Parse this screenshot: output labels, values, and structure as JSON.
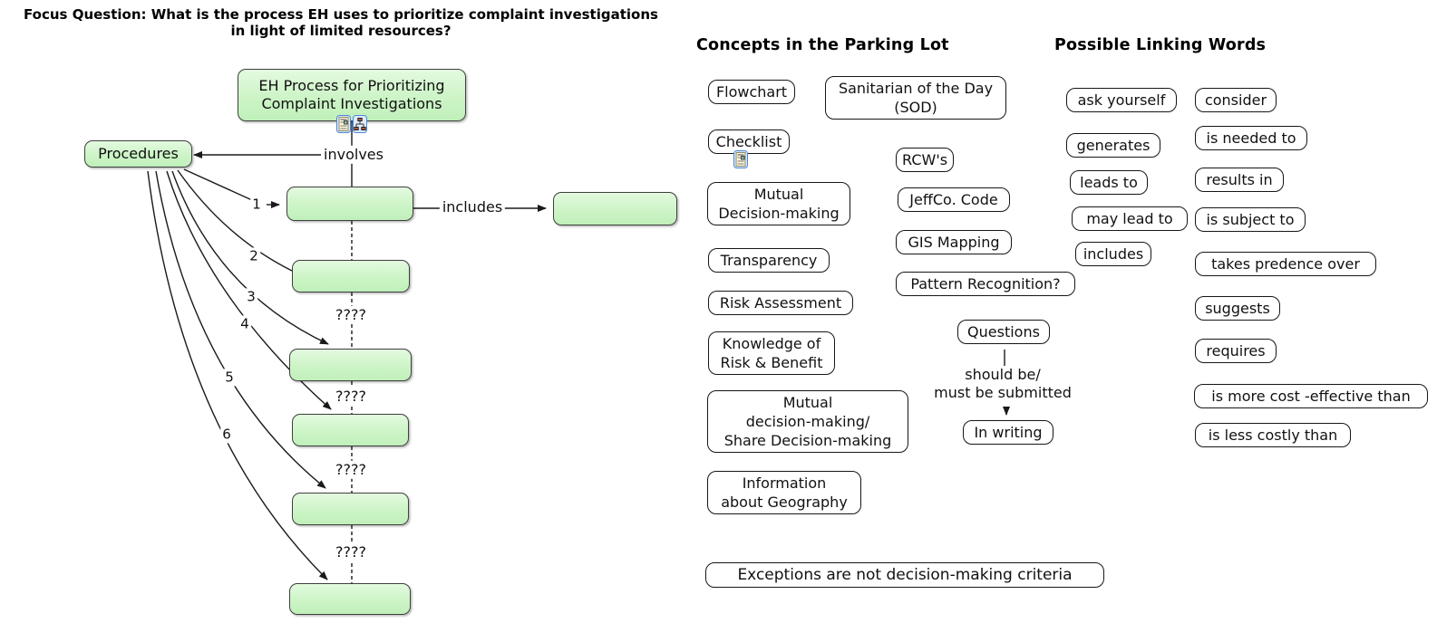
{
  "focus_question": {
    "line1": "Focus Question: What is the process EH uses to prioritize complaint investigations",
    "line2": "in light of limited resources?"
  },
  "concept_map": {
    "root_concept": "EH Process for Prioritizing\nComplaint Investigations",
    "procedures_concept": "Procedures",
    "involves_label": "involves",
    "includes_label": "includes",
    "unknown_label": "????",
    "step_numbers": [
      "1",
      "2",
      "3",
      "4",
      "5",
      "6"
    ],
    "icons": {
      "root_resource_icon": "document-resource",
      "root_submap_icon": "concept-map-resource",
      "checklist_resource_icon": "document-resource"
    }
  },
  "parking_lot": {
    "title": "Concepts in the Parking Lot",
    "concepts": {
      "flowchart": "Flowchart",
      "sod": "Sanitarian of the Day\n(SOD)",
      "checklist": "Checklist",
      "rcws": "RCW's",
      "mutual_decision_making": "Mutual\nDecision-making",
      "jeffco_code": "JeffCo. Code",
      "transparency": "Transparency",
      "gis_mapping": "GIS Mapping",
      "risk_assessment": "Risk Assessment",
      "pattern_recognition": "Pattern Recognition?",
      "knowledge_risk_benefit": "Knowledge of\nRisk & Benefit",
      "questions": "Questions",
      "mutual_share_decision_making": "Mutual\ndecision-making/\nShare Decision-making",
      "submitted_link_label": "should be/\nmust be submitted",
      "in_writing": "In writing",
      "information_geography": "Information\nabout Geography",
      "exceptions": "Exceptions are not decision-making criteria"
    }
  },
  "linking_words": {
    "title": "Possible Linking Words",
    "words": {
      "ask_yourself": "ask yourself",
      "consider": "consider",
      "generates": "generates",
      "is_needed_to": "is needed to",
      "leads_to": "leads to",
      "results_in": "results in",
      "may_lead_to": "may lead to",
      "is_subject_to": "is subject to",
      "includes": "includes",
      "takes_predence_over": "takes predence over",
      "suggests": "suggests",
      "requires": "requires",
      "is_more_cost_effective_than": "is more cost -effective than",
      "is_less_costly_than": "is less costly than"
    }
  },
  "colors": {
    "concept_fill": "#cdf4c7",
    "concept_border": "#3f3f3f",
    "box_border": "#161616",
    "line": "#1a1a1a",
    "icon_frame": "#4d86d8"
  }
}
